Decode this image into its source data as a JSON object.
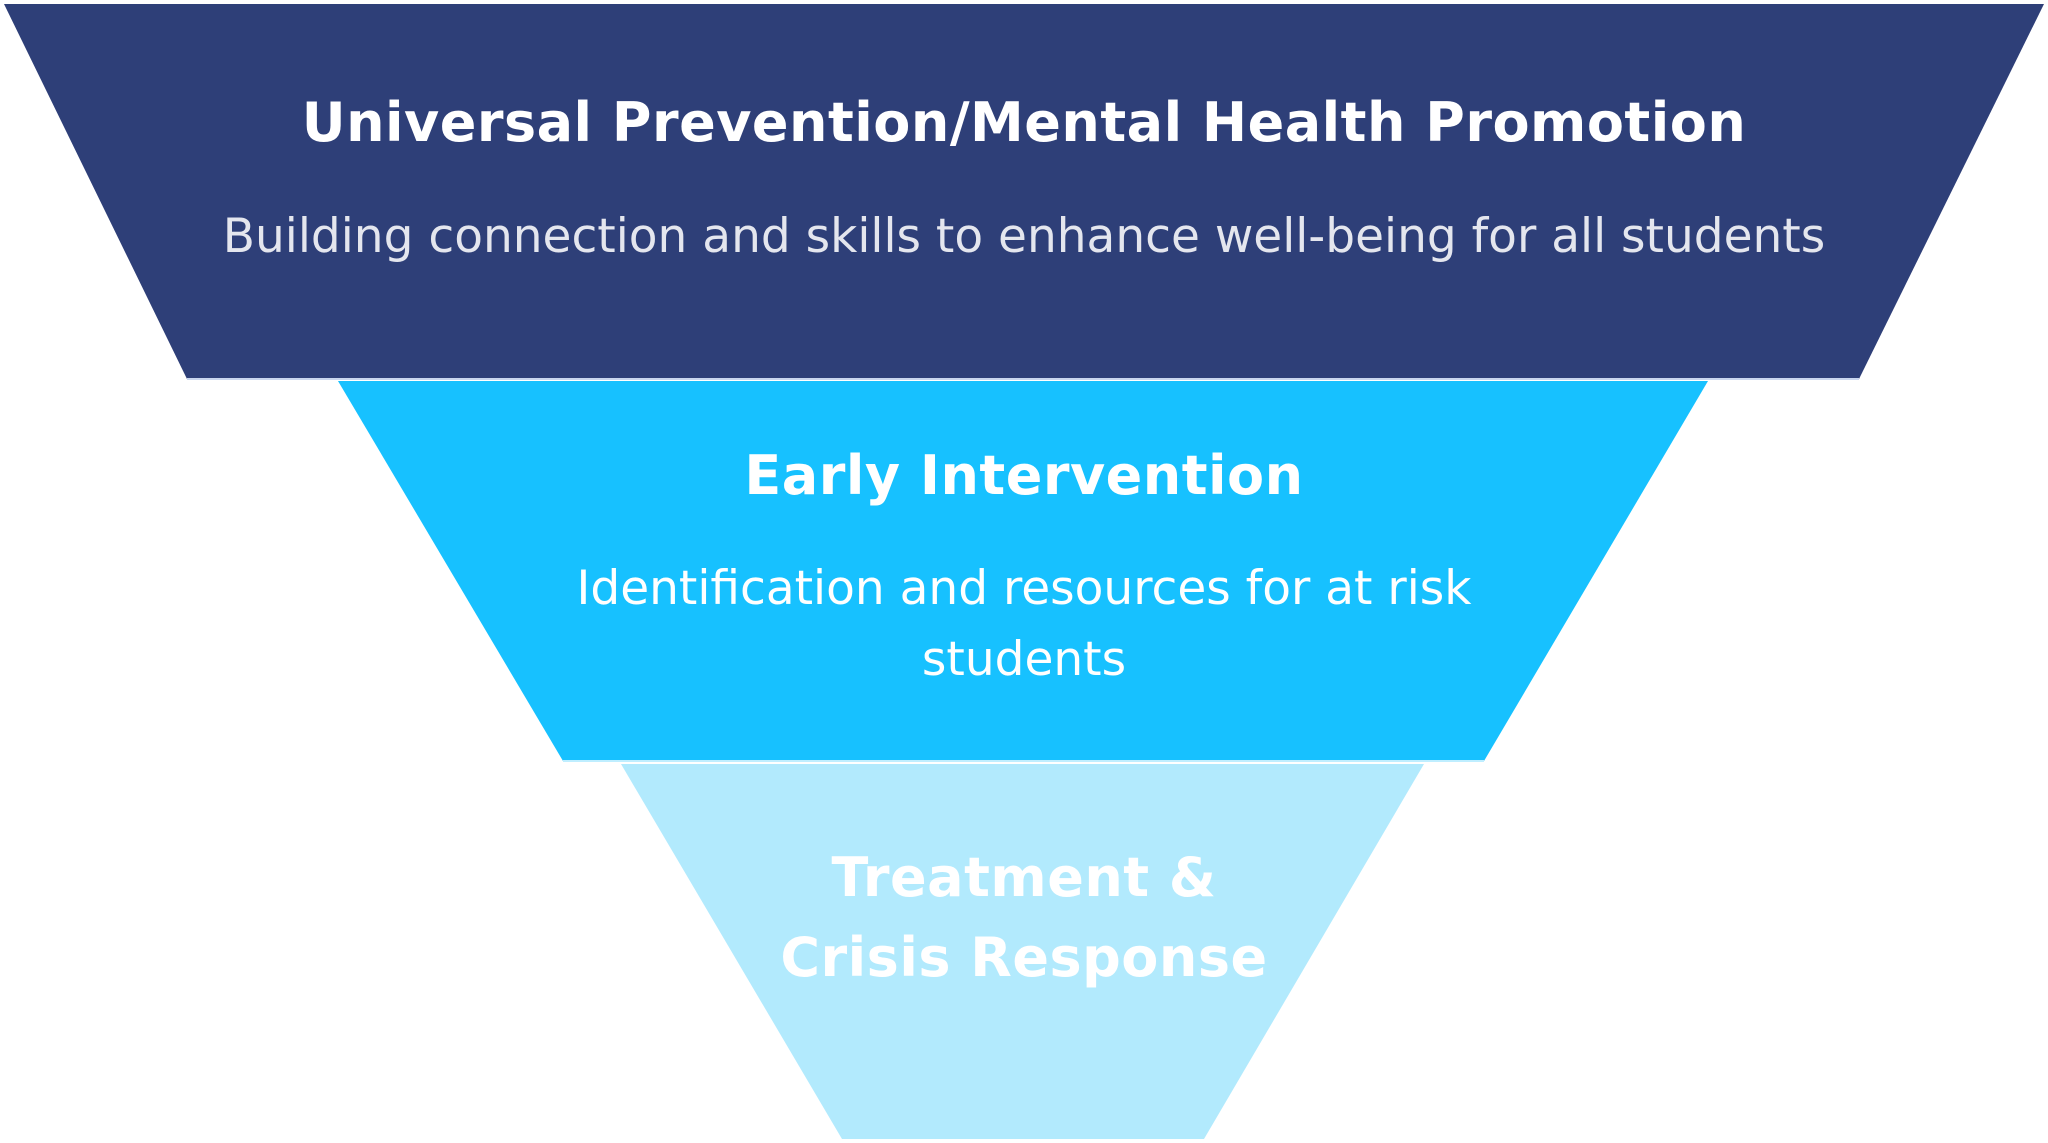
{
  "diagram": {
    "type": "inverted-funnel",
    "colors": {
      "tier1": "#2E3F78",
      "tier2": "#17C1FF",
      "tier3": "#B2EAFD",
      "text": "#FFFFFF",
      "tier1_subtitle_text": "#E4E6EE",
      "background": "#FFFFFF"
    },
    "tiers": [
      {
        "title": "Universal Prevention/Mental Health Promotion",
        "subtitle_lines": [
          "Building connection and skills to enhance well-being for all students"
        ]
      },
      {
        "title": "Early Intervention",
        "subtitle_lines": [
          "Identification and resources for at risk",
          "students"
        ]
      },
      {
        "title_lines": [
          "Treatment &",
          "Crisis Response"
        ]
      }
    ]
  }
}
